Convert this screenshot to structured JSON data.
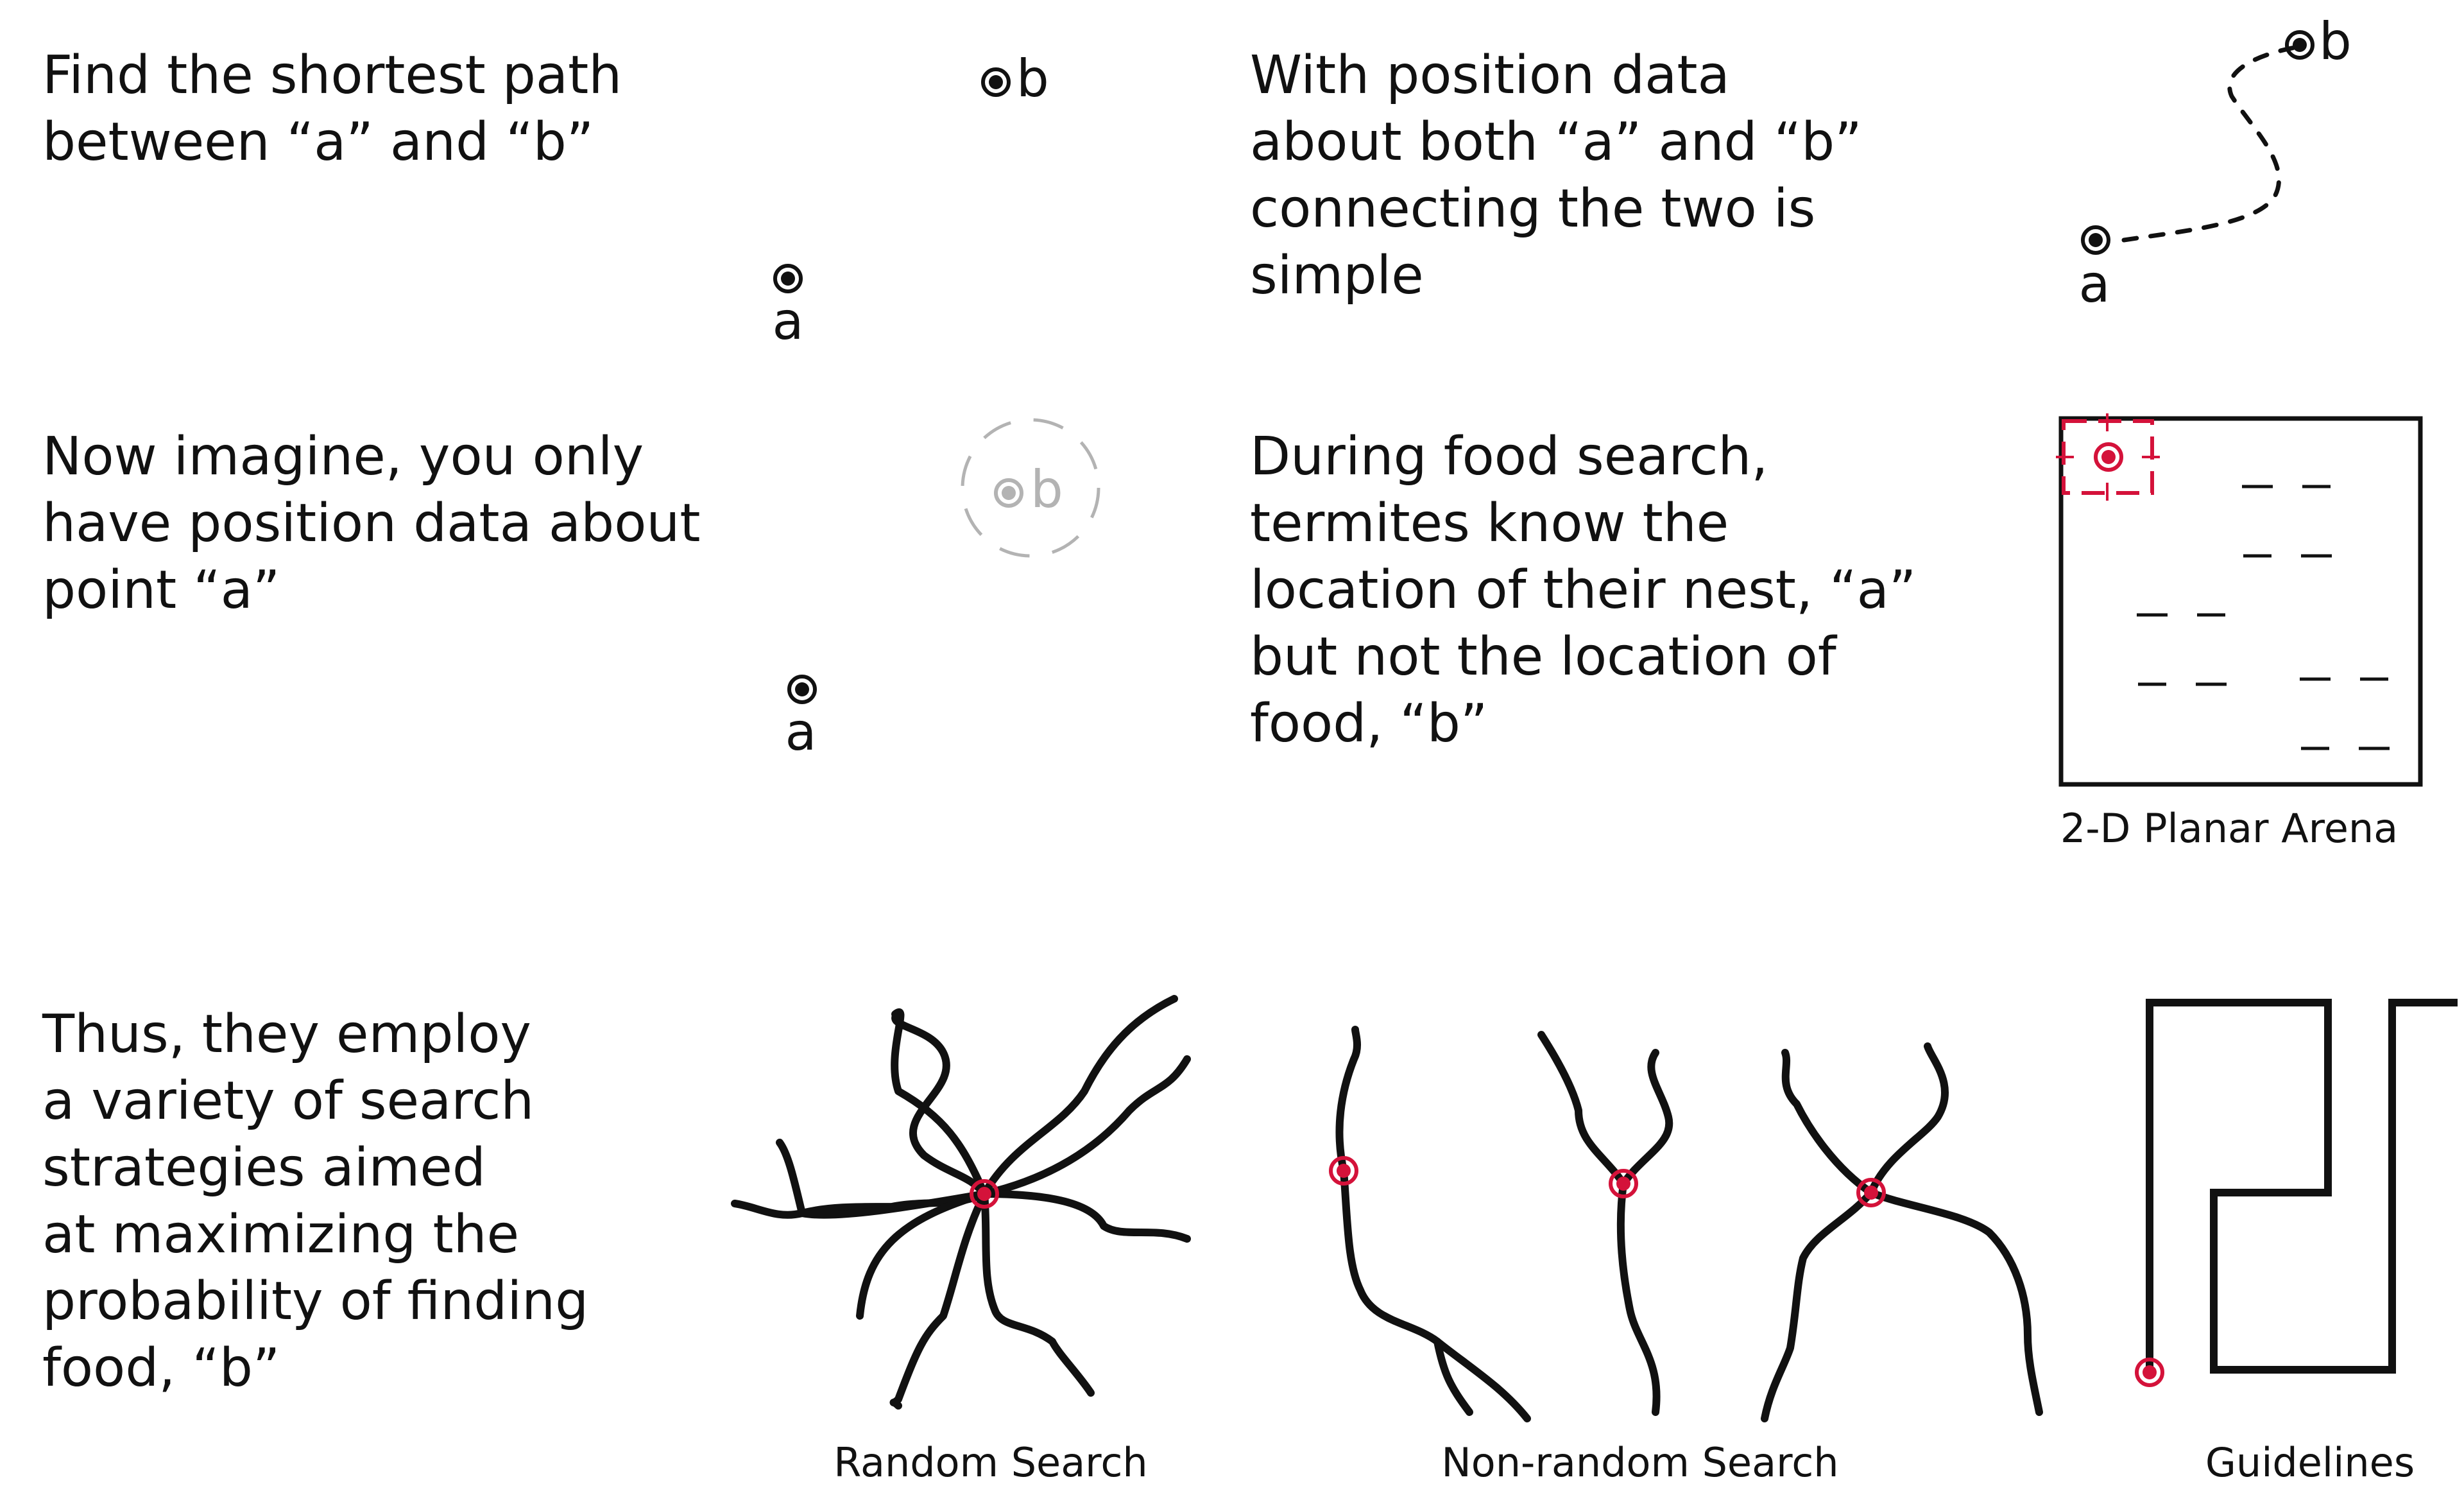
{
  "panels": {
    "p1": {
      "lines": [
        "Find the shortest path",
        "between “a” and “b”"
      ]
    },
    "p2": {
      "lines": [
        "With position data",
        "about both “a” and “b”",
        "connecting the two is",
        "simple"
      ]
    },
    "p3": {
      "lines": [
        "Now imagine, you only",
        "have position data about",
        "point “a”"
      ]
    },
    "p4": {
      "lines": [
        "During food search,",
        "termites know the",
        "location of their nest, “a”",
        "but not the location of",
        "food, “b”"
      ]
    },
    "p5": {
      "lines": [
        "Thus, they employ",
        "a variety of search",
        "strategies aimed",
        "at maximizing the",
        "probability of finding",
        "food, “b”"
      ]
    }
  },
  "point_labels": {
    "a": "a",
    "b": "b"
  },
  "captions": {
    "arena": "2-D Planar Arena",
    "random": "Random Search",
    "nonrandom": "Non-random Search",
    "guidelines": "Guidelines"
  },
  "colors": {
    "ink": "#111111",
    "accent": "#d4123a",
    "faded": "#b3b3b3"
  },
  "icons": [
    "target-point-icon",
    "dashed-circle-icon",
    "crosshair-icon"
  ]
}
